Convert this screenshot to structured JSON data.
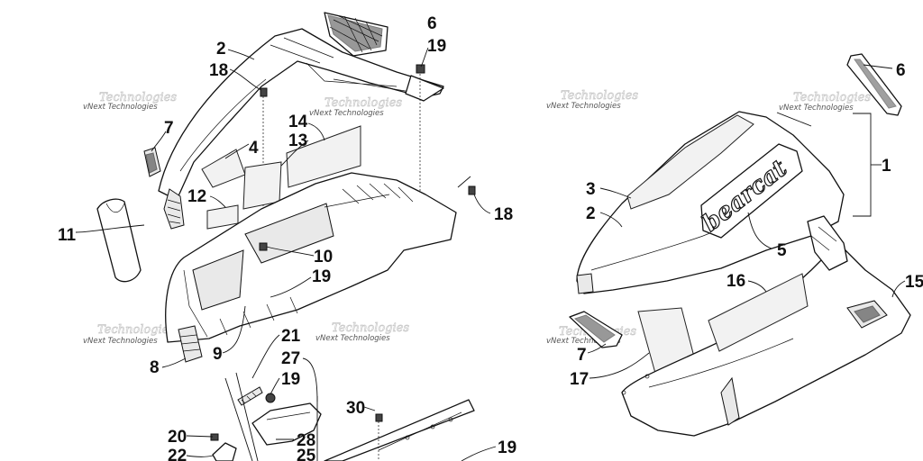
{
  "watermark": {
    "line1": "vNext Technologies",
    "line2": "Technologies"
  },
  "callouts": {
    "left": {
      "c6": "6",
      "c19a": "19",
      "c2": "2",
      "c18a": "18",
      "c7": "7",
      "c14": "14",
      "c4": "4",
      "c13": "13",
      "c12": "12",
      "c11": "11",
      "c18b": "18",
      "c10": "10",
      "c19b": "19",
      "c8": "8",
      "c9": "9",
      "c21": "21",
      "c27": "27",
      "c19c": "19",
      "c20": "20",
      "c28": "28",
      "c22": "22",
      "c25": "25",
      "c30": "30",
      "c19d": "19"
    },
    "right": {
      "c6": "6",
      "c1": "1",
      "c3": "3",
      "c2": "2",
      "c5": "5",
      "c16": "16",
      "c15": "15",
      "c7": "7",
      "c17": "17"
    }
  },
  "decal_text": "bearcat"
}
